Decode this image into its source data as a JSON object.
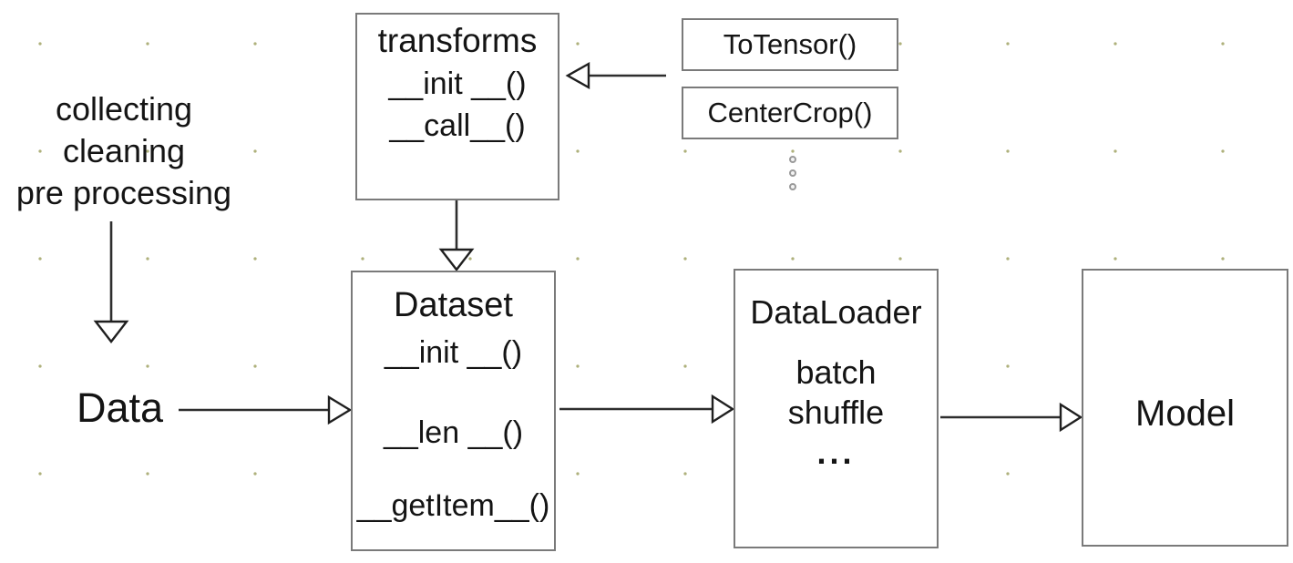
{
  "labels": {
    "preprocess_steps": [
      "collecting",
      "cleaning",
      "pre processing"
    ],
    "data": "Data"
  },
  "boxes": {
    "transforms": {
      "title": "transforms",
      "methods": [
        "__init __()",
        "__call__()"
      ]
    },
    "totensor": {
      "label": "ToTensor()"
    },
    "centercrop": {
      "label": "CenterCrop()"
    },
    "dataset": {
      "title": "Dataset",
      "methods": [
        "__init __()",
        "__len __()",
        "__getItem__()"
      ]
    },
    "dataloader": {
      "title": "DataLoader",
      "features": [
        "batch",
        "shuffle",
        "..."
      ]
    },
    "model": {
      "label": "Model"
    }
  },
  "icons": {
    "vertical_ellipsis": "more-transforms-ellipsis"
  },
  "arrows": [
    {
      "name": "arrow-preprocess-to-data",
      "from": "preprocess-steps-label",
      "to": "data-label",
      "direction": "down"
    },
    {
      "name": "arrow-data-to-dataset",
      "from": "data-label",
      "to": "dataset-box",
      "direction": "right"
    },
    {
      "name": "arrow-transformlist-to-transforms",
      "from": "totensor-box",
      "to": "transforms-box",
      "direction": "left"
    },
    {
      "name": "arrow-transforms-to-dataset",
      "from": "transforms-box",
      "to": "dataset-box",
      "direction": "down"
    },
    {
      "name": "arrow-dataset-to-dataloader",
      "from": "dataset-box",
      "to": "dataloader-box",
      "direction": "right"
    },
    {
      "name": "arrow-dataloader-to-model",
      "from": "dataloader-box",
      "to": "model-box",
      "direction": "right"
    }
  ],
  "colors": {
    "background": "#ffffff",
    "box_border": "#7a7a7a",
    "arrow": "#2e2e2e",
    "text": "#141414",
    "grid_dot": "#a0a364"
  }
}
